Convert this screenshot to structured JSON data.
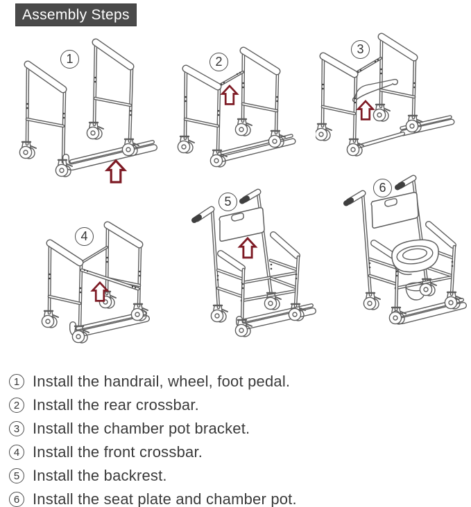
{
  "title": "Assembly Steps",
  "arrow_color": "#7d1a24",
  "steps": [
    {
      "number": "1",
      "caption": "Install the handrail, wheel, foot pedal."
    },
    {
      "number": "2",
      "caption": "Install the rear crossbar."
    },
    {
      "number": "3",
      "caption": "Install the chamber pot bracket."
    },
    {
      "number": "4",
      "caption": "Install the front crossbar."
    },
    {
      "number": "5",
      "caption": "Install the backrest."
    },
    {
      "number": "6",
      "caption": "Install the seat plate and chamber pot."
    }
  ]
}
